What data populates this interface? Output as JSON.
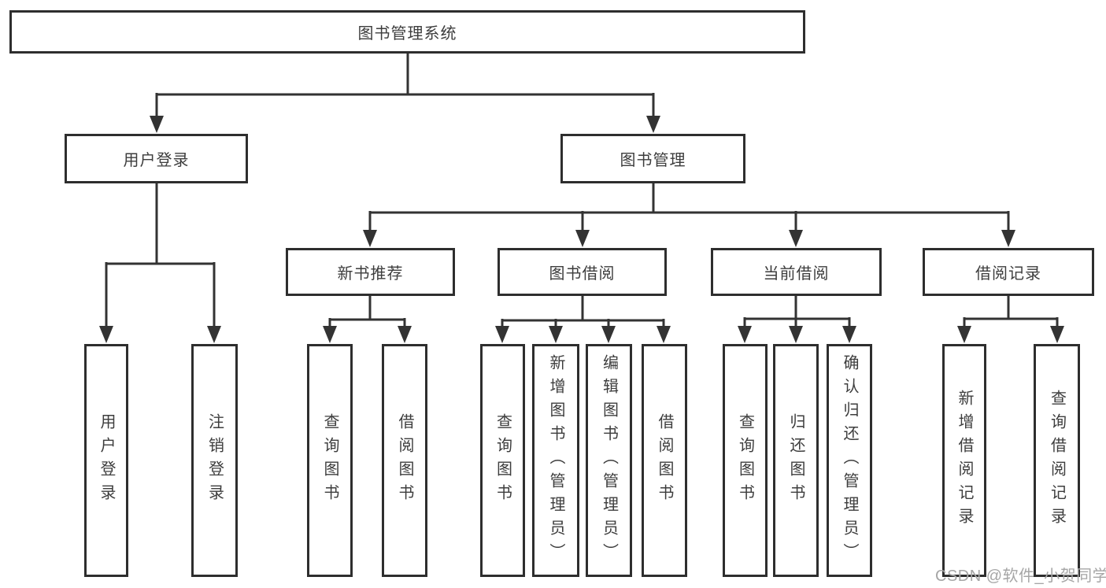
{
  "tree": {
    "label": "图书管理系统",
    "children": [
      {
        "label": "用户登录",
        "children": [
          {
            "label": "用户登录"
          },
          {
            "label": "注销登录"
          }
        ]
      },
      {
        "label": "图书管理",
        "children": [
          {
            "label": "新书推荐",
            "children": [
              {
                "label": "查询图书"
              },
              {
                "label": "借阅图书"
              }
            ]
          },
          {
            "label": "图书借阅",
            "children": [
              {
                "label": "查询图书"
              },
              {
                "label": "新增图书（管理员）"
              },
              {
                "label": "编辑图书（管理员）"
              },
              {
                "label": "借阅图书"
              }
            ]
          },
          {
            "label": "当前借阅",
            "children": [
              {
                "label": "查询图书"
              },
              {
                "label": "归还图书"
              },
              {
                "label": "确认归还（管理员）"
              }
            ]
          },
          {
            "label": "借阅记录",
            "children": [
              {
                "label": "新增借阅记录"
              },
              {
                "label": "查询借阅记录"
              }
            ]
          }
        ]
      }
    ]
  },
  "watermark": {
    "text": "CSDN @软件_小贺同学"
  },
  "colors": {
    "line": "#333333",
    "box_border": "#2e2e2e",
    "text": "#3d3d3d",
    "watermark": "#a6a6a6",
    "background": "#ffffff"
  }
}
